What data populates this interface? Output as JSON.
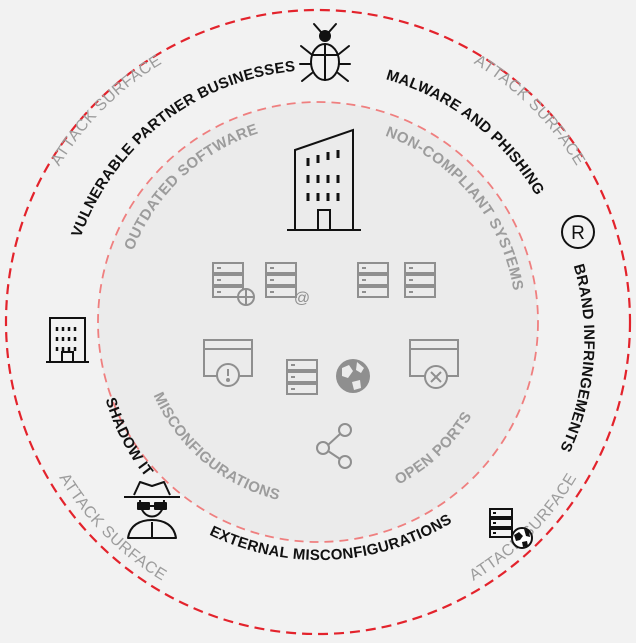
{
  "colors": {
    "accent": "#e3232c",
    "outer_text": "#111111",
    "inner_text": "#9c9c9c",
    "icon_gray": "#8f8f8f",
    "background": "#f2f2f2"
  },
  "outer_labels": {
    "partner": "VULNERABLE PARTNER BUSINESSES",
    "malware": "MALWARE AND PHISHING",
    "brand": "BRAND INFRINGEMENTS",
    "shadow": "SHADOW IT",
    "external": "EXTERNAL MISCONFIGURATIONS"
  },
  "attack_surface": [
    "ATTACK SURFACE",
    "ATTACK SURFACE",
    "ATTACK SURFACE",
    "ATTACK SURFACE"
  ],
  "inner_labels": {
    "outdated": "OUTDATED SOFTWARE",
    "noncompliant": "NON-COMPLIANT SYSTEMS",
    "misconfig": "MISCONFIGURATIONS",
    "ports": "OPEN PORTS"
  },
  "icons": [
    "bug-icon",
    "registered-trademark-icon",
    "server-globe-icon",
    "spy-icon",
    "building-icon",
    "office-tower-icon"
  ]
}
